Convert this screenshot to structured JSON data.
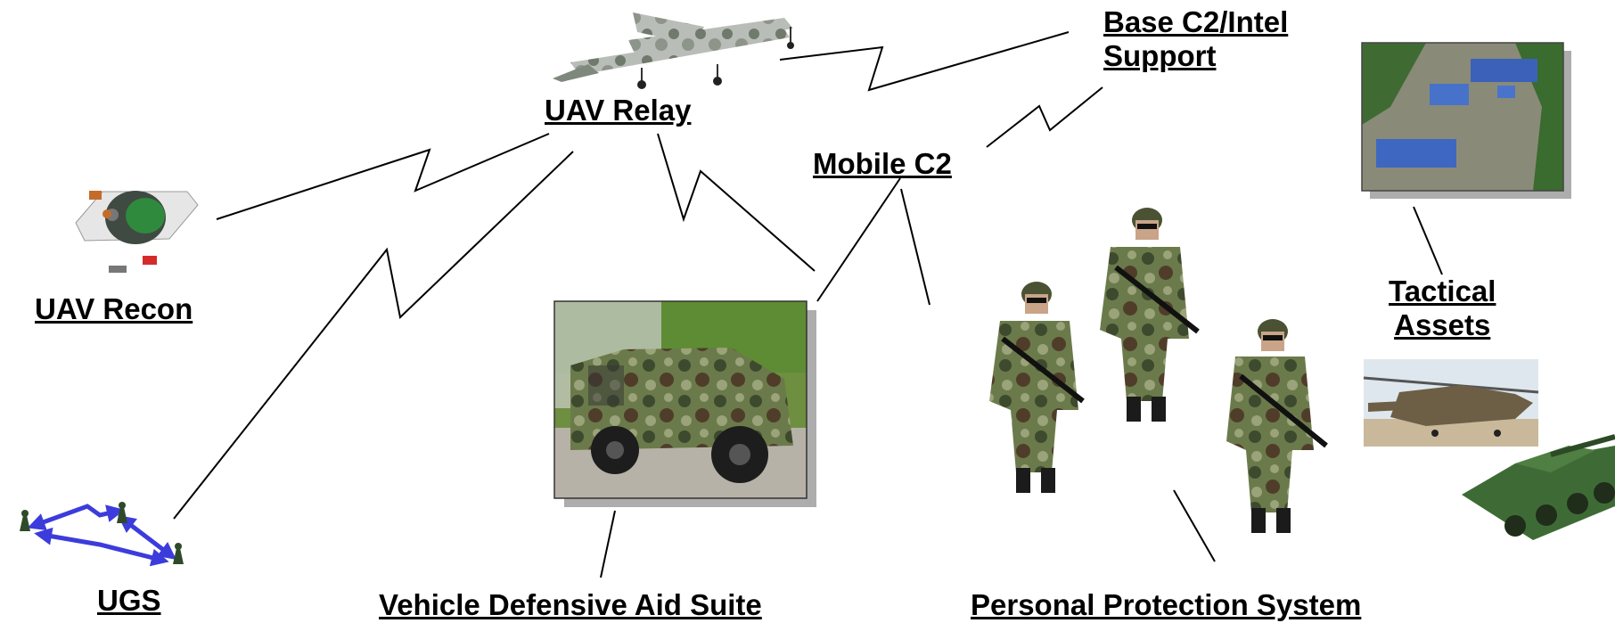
{
  "labels": {
    "uav_relay": "UAV Relay",
    "base_c2": "Base C2/Intel",
    "base_c2_line2": "Support",
    "mobile_c2": "Mobile C2",
    "uav_recon": "UAV Recon",
    "tactical": "Tactical",
    "tactical_line2": "Assets",
    "ugs": "UGS",
    "vehicle": "Vehicle Defensive Aid Suite",
    "personal": "Personal Protection System"
  },
  "icons": [
    "uav-relay-aircraft-icon",
    "uav-recon-ducted-fan-icon",
    "ugs-sensor-icon",
    "humvee-vehicle-icon",
    "soldier-icon",
    "base-compound-icon",
    "helicopter-icon",
    "armored-vehicle-icon"
  ],
  "colors": {
    "ugs_link": "#3c3cdc",
    "camo_dark": "#3e4a2e",
    "camo_mid": "#6b7a4a",
    "camo_light": "#9aa37a"
  }
}
